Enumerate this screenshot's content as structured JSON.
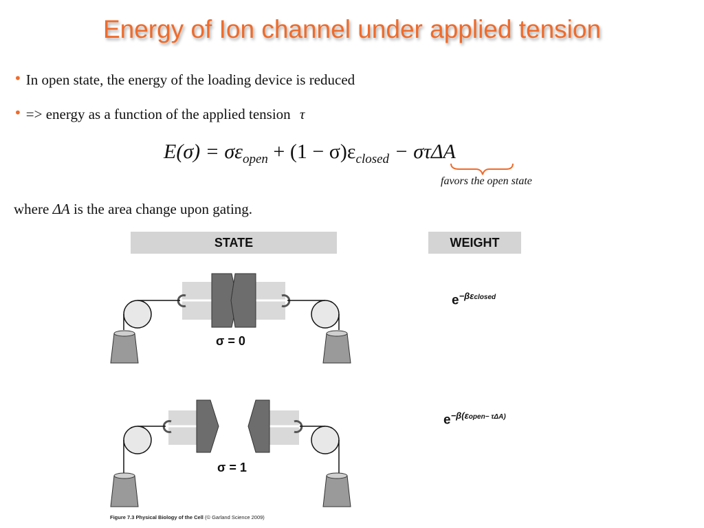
{
  "title": "Energy of Ion channel under applied tension",
  "bullets": [
    {
      "text": "In open state, the energy of the loading device is reduced"
    },
    {
      "text": "=> energy as a function of the applied tension",
      "symbol": "τ"
    }
  ],
  "equation": {
    "lhs": "E(σ) =",
    "term1": "σε",
    "term1_sub": "open",
    "term2": "+ (1 − σ)ε",
    "term2_sub": "closed",
    "term3": "− στΔA"
  },
  "annotation": "favors the open state",
  "where_text": {
    "prefix": "where ",
    "symbol": "ΔA",
    "suffix": " is the area change upon gating."
  },
  "figure": {
    "state_header": "STATE",
    "weight_header": "WEIGHT",
    "state1_label": "σ = 0",
    "state2_label": "σ = 1",
    "weight1": {
      "base": "e",
      "exp": "−βε",
      "sub": "closed"
    },
    "weight2": {
      "base": "e",
      "exp": "−β(ε",
      "sub": "open",
      "exp_tail": "− τΔA)"
    },
    "caption_bold": "Figure 7.3  Physical Biology of the Cell",
    "caption_rest": " (© Garland Science 2009)"
  },
  "colors": {
    "title": "#ef6b2b",
    "bullet": "#ef6b2b",
    "brace": "#ef6b2b",
    "header_bg": "#d4d4d4"
  }
}
